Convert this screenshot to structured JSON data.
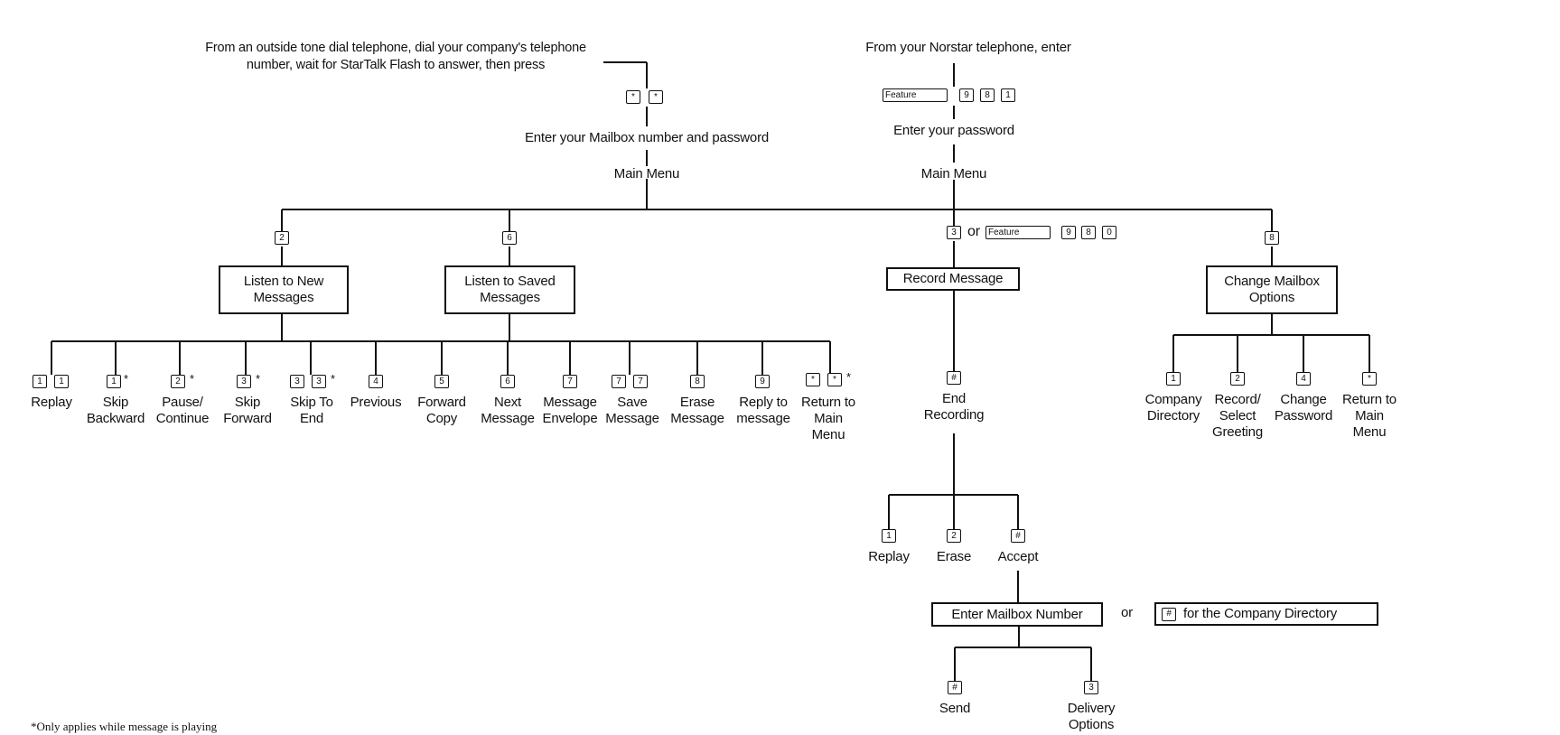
{
  "outside_phone_instruction": "From an outside tone dial telephone, dial your company's telephone number, wait for StarTalk Flash to answer, then press",
  "norstar_instruction": "From your Norstar telephone, enter",
  "enter_mailbox_and_password": "Enter your Mailbox number and password",
  "enter_password": "Enter your password",
  "main_menu_label": "Main Menu",
  "or_label": "or",
  "feature_key_label": "Feature",
  "keys": {
    "star": "*",
    "pound": "#",
    "k0": "0",
    "k1": "1",
    "k2": "2",
    "k3": "3",
    "k4": "4",
    "k5": "5",
    "k6": "6",
    "k7": "7",
    "k8": "8",
    "k9": "9"
  },
  "boxes": {
    "listen_new": "Listen to New Messages",
    "listen_saved": "Listen to Saved Messages",
    "record_message": "Record Message",
    "change_mailbox": "Change Mailbox Options",
    "enter_mailbox_number": "Enter Mailbox Number",
    "company_directory_suffix": "for the Company Directory"
  },
  "listen_options": [
    "Replay",
    "Skip Backward",
    "Pause/ Continue",
    "Skip Forward",
    "Skip To End",
    "Previous",
    "Forward Copy",
    "Next Message",
    "Message Envelope",
    "Save Message",
    "Erase Message",
    "Reply to message",
    "Return to Main Menu"
  ],
  "mailbox_options": [
    "Company Directory",
    "Record/ Select Greeting",
    "Change Password",
    "Return to Main Menu"
  ],
  "end_recording": "End Recording",
  "record_options": [
    "Replay",
    "Erase",
    "Accept"
  ],
  "send_label": "Send",
  "delivery_options": "Delivery Options",
  "footnote_marker": "*",
  "footnote": "*Only applies while message is playing"
}
